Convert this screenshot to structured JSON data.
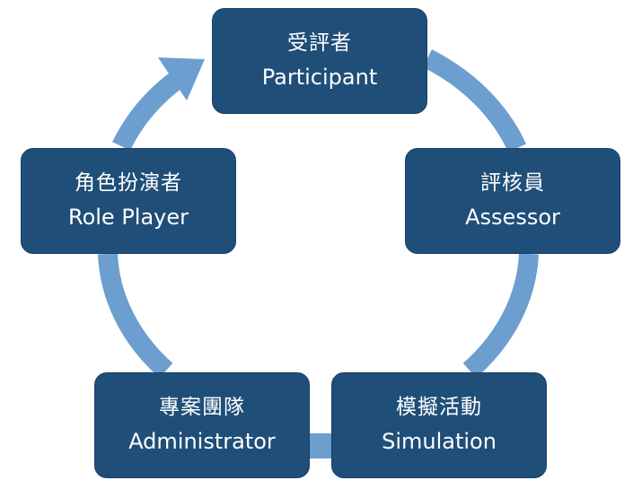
{
  "colors": {
    "node_fill": "#1f4e79",
    "arrow": "#6c9ecf",
    "text": "#ffffff",
    "background": "#ffffff"
  },
  "nodes": [
    {
      "zh": "受評者",
      "en": "Participant"
    },
    {
      "zh": "評核員",
      "en": "Assessor"
    },
    {
      "zh": "模擬活動",
      "en": "Simulation"
    },
    {
      "zh": "專案團隊",
      "en": "Administrator"
    },
    {
      "zh": "角色扮演者",
      "en": "Role Player"
    }
  ]
}
